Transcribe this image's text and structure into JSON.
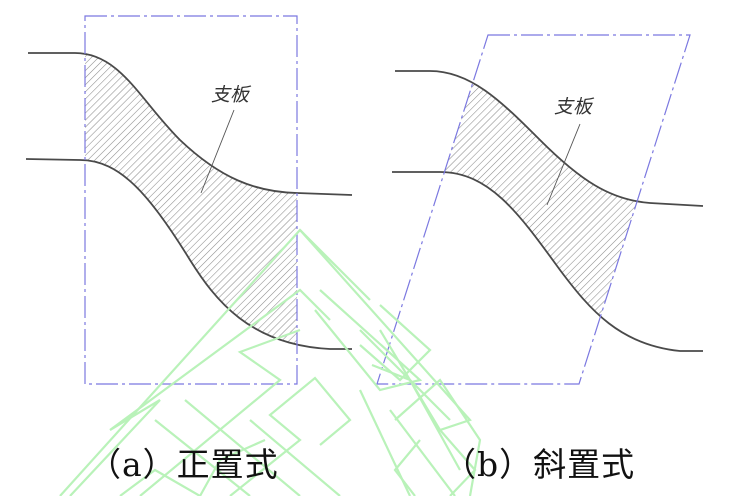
{
  "figure": {
    "colors": {
      "background": "#ffffff",
      "outline": "#4a4a4a",
      "hatch": "#8c8c8c",
      "frame": "#7b78e0",
      "watermark": "#b9f2b9",
      "text": "#111111"
    },
    "panels": [
      {
        "id": "a",
        "label": "支板",
        "caption": "（a）正置式",
        "frame_shape": "rectangle"
      },
      {
        "id": "b",
        "label": "支板",
        "caption": "（b）斜置式",
        "frame_shape": "parallelogram"
      }
    ]
  }
}
